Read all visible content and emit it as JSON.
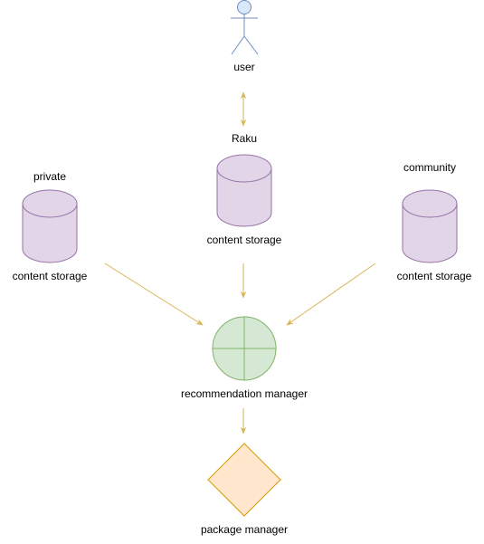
{
  "colors": {
    "edge": "#D6B656",
    "actor_fill": "#DAE8FC",
    "actor_stroke": "#6C8EBF",
    "db_fill": "#E1D5E7",
    "db_stroke": "#9673A6",
    "manager_fill": "#D5E8D4",
    "manager_stroke": "#82B366",
    "package_fill": "#FFE6CC",
    "package_stroke": "#D79B00"
  },
  "nodes": {
    "user": {
      "label": "user",
      "icon": "actor-icon"
    },
    "raku": {
      "title": "Raku",
      "label": "content storage",
      "icon": "database-icon"
    },
    "private": {
      "title": "private",
      "label": "content storage",
      "icon": "database-icon"
    },
    "community": {
      "title": "community",
      "label": "content storage",
      "icon": "database-icon"
    },
    "recommendation": {
      "label": "recommendation manager",
      "icon": "summing-junction-icon"
    },
    "package": {
      "label": "package manager",
      "icon": "diamond-icon"
    }
  }
}
